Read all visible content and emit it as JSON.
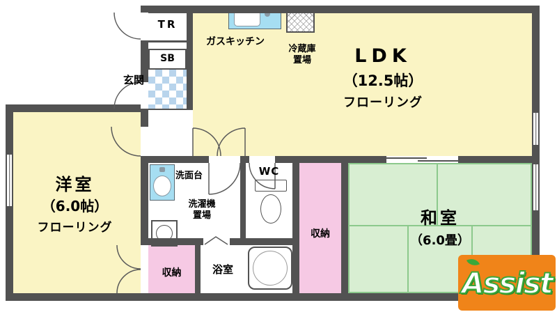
{
  "labels": {
    "tr": "TR",
    "sb": "SB",
    "entrance": "玄関",
    "gas_kitchen": "ガスキッチン",
    "fridge_l1": "冷蔵庫",
    "fridge_l2": "置場",
    "ldk_name": "LDK",
    "ldk_size": "（12.5帖）",
    "ldk_floor": "フローリング",
    "west_name": "洋室",
    "west_size": "（6.0帖）",
    "west_floor": "フローリング",
    "washstand": "洗面台",
    "laundry_l1": "洗濯機",
    "laundry_l2": "置場",
    "wc": "WC",
    "storage_right": "収納",
    "jp_name": "和室",
    "jp_size": "（6.0畳）",
    "storage_bottom": "収納",
    "bath": "浴室"
  },
  "logo": {
    "text": "Assist"
  },
  "colors": {
    "wall": "#525252",
    "flooring_room": "#FAF4C4",
    "tatami_room": "#D8EED2",
    "tatami_line": "#8CC98C",
    "storage": "#F6C9E4",
    "entrance_tile": "#B8D4EC",
    "fixture_counter": "#A6DEF2",
    "logo_background": "#F08419",
    "logo_outline": "#3AA83A"
  }
}
